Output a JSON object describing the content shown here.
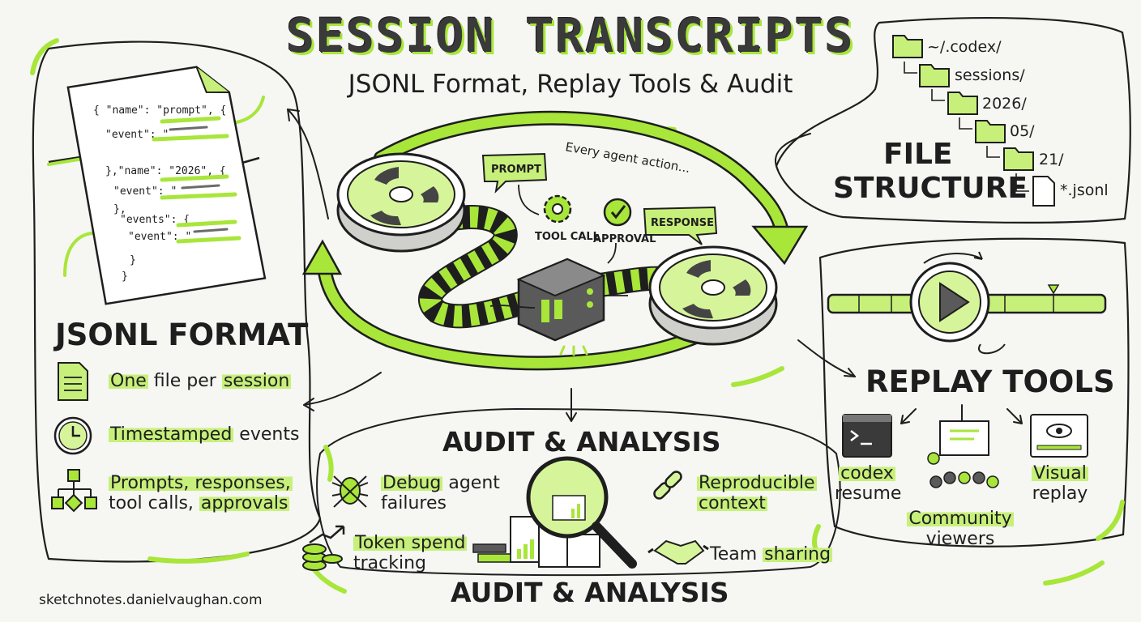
{
  "title": "SESSION TRANSCRIPTS",
  "subtitle": "JSONL Format, Replay Tools & Audit",
  "json_doc": {
    "lines": [
      "{ \"name\": \"prompt\", {",
      "\"event\": \"",
      "},\"name\": \"2026\", {",
      "\"event\": \"",
      "},",
      "\"events\": {",
      "\"event\": \"",
      "}",
      "}"
    ]
  },
  "jsonl_format": {
    "heading": "JSONL FORMAT",
    "items": [
      {
        "icon": "document-icon",
        "hl": "One",
        "mid": " file per ",
        "hl2": "session",
        "rest": ""
      },
      {
        "icon": "clock-icon",
        "hl": "Timestamped",
        "rest": " events"
      },
      {
        "icon": "flowchart-icon",
        "line1_hl": "Prompts, responses,",
        "line2_pre": "tool calls, ",
        "line2_hl": "approvals"
      }
    ]
  },
  "center": {
    "caption": "Every agent action...",
    "labels": {
      "prompt": "PROMPT",
      "tool_call": "TOOL CALL",
      "approval": "APPROVAL",
      "response": "RESPONSE"
    }
  },
  "file_structure": {
    "heading_line1": "FILE",
    "heading_line2": "STRUCTURE",
    "tree": [
      "~/.codex/",
      "sessions/",
      "2026/",
      "05/",
      "21/",
      "*.jsonl"
    ]
  },
  "replay_tools": {
    "heading": "REPLAY TOOLS",
    "tools": [
      {
        "line1": "codex",
        "line2": "resume",
        "icon": "terminal-icon"
      },
      {
        "line1": "Community",
        "line2": "viewers",
        "icon": "presentation-icon"
      },
      {
        "line1": "Visual",
        "line2": "replay",
        "icon": "video-player-icon"
      }
    ]
  },
  "audit": {
    "heading_top": "AUDIT & ANALYSIS",
    "heading_bottom": "AUDIT & ANALYSIS",
    "items": [
      {
        "icon": "bug-icon",
        "hl": "Debug",
        "rest1": " agent",
        "line2": "failures"
      },
      {
        "icon": "link-icon",
        "hl": "Reproducible",
        "line2_hl": "context"
      },
      {
        "icon": "coins-chart-icon",
        "hl": "Token spend",
        "line2": "tracking"
      },
      {
        "icon": "handshake-icon",
        "pre": "Team ",
        "hl": "sharing"
      }
    ]
  },
  "footer": "sketchnotes.danielvaughan.com",
  "colors": {
    "accent": "#a8e63a",
    "ink": "#1e1e1e",
    "background": "#f6f6f3"
  }
}
